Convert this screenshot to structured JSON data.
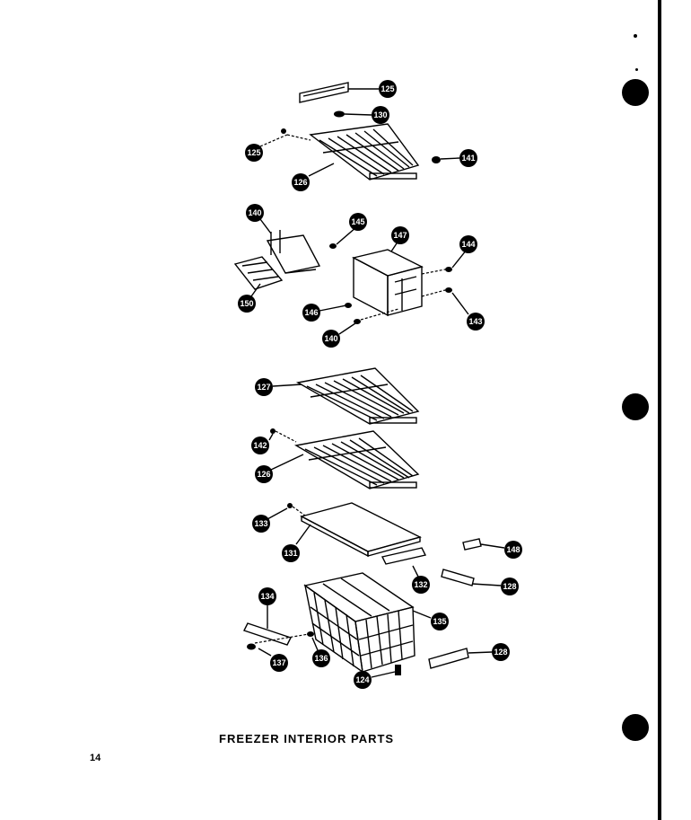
{
  "caption": "FREEZER INTERIOR PARTS",
  "page_number": "14",
  "callouts": {
    "c125a": "125",
    "c130a": "130",
    "c125b": "125",
    "c141": "141",
    "c126a": "126",
    "c140a": "140",
    "c145": "145",
    "c147": "147",
    "c144": "144",
    "c150": "150",
    "c146": "146",
    "c143": "143",
    "c140b": "140",
    "c127": "127",
    "c142": "142",
    "c126b": "126",
    "c133": "133",
    "c131": "131",
    "c148": "148",
    "c132": "132",
    "c128a": "128",
    "c134": "134",
    "c135": "135",
    "c137": "137",
    "c136": "136",
    "c124": "124",
    "c128b": "128"
  }
}
